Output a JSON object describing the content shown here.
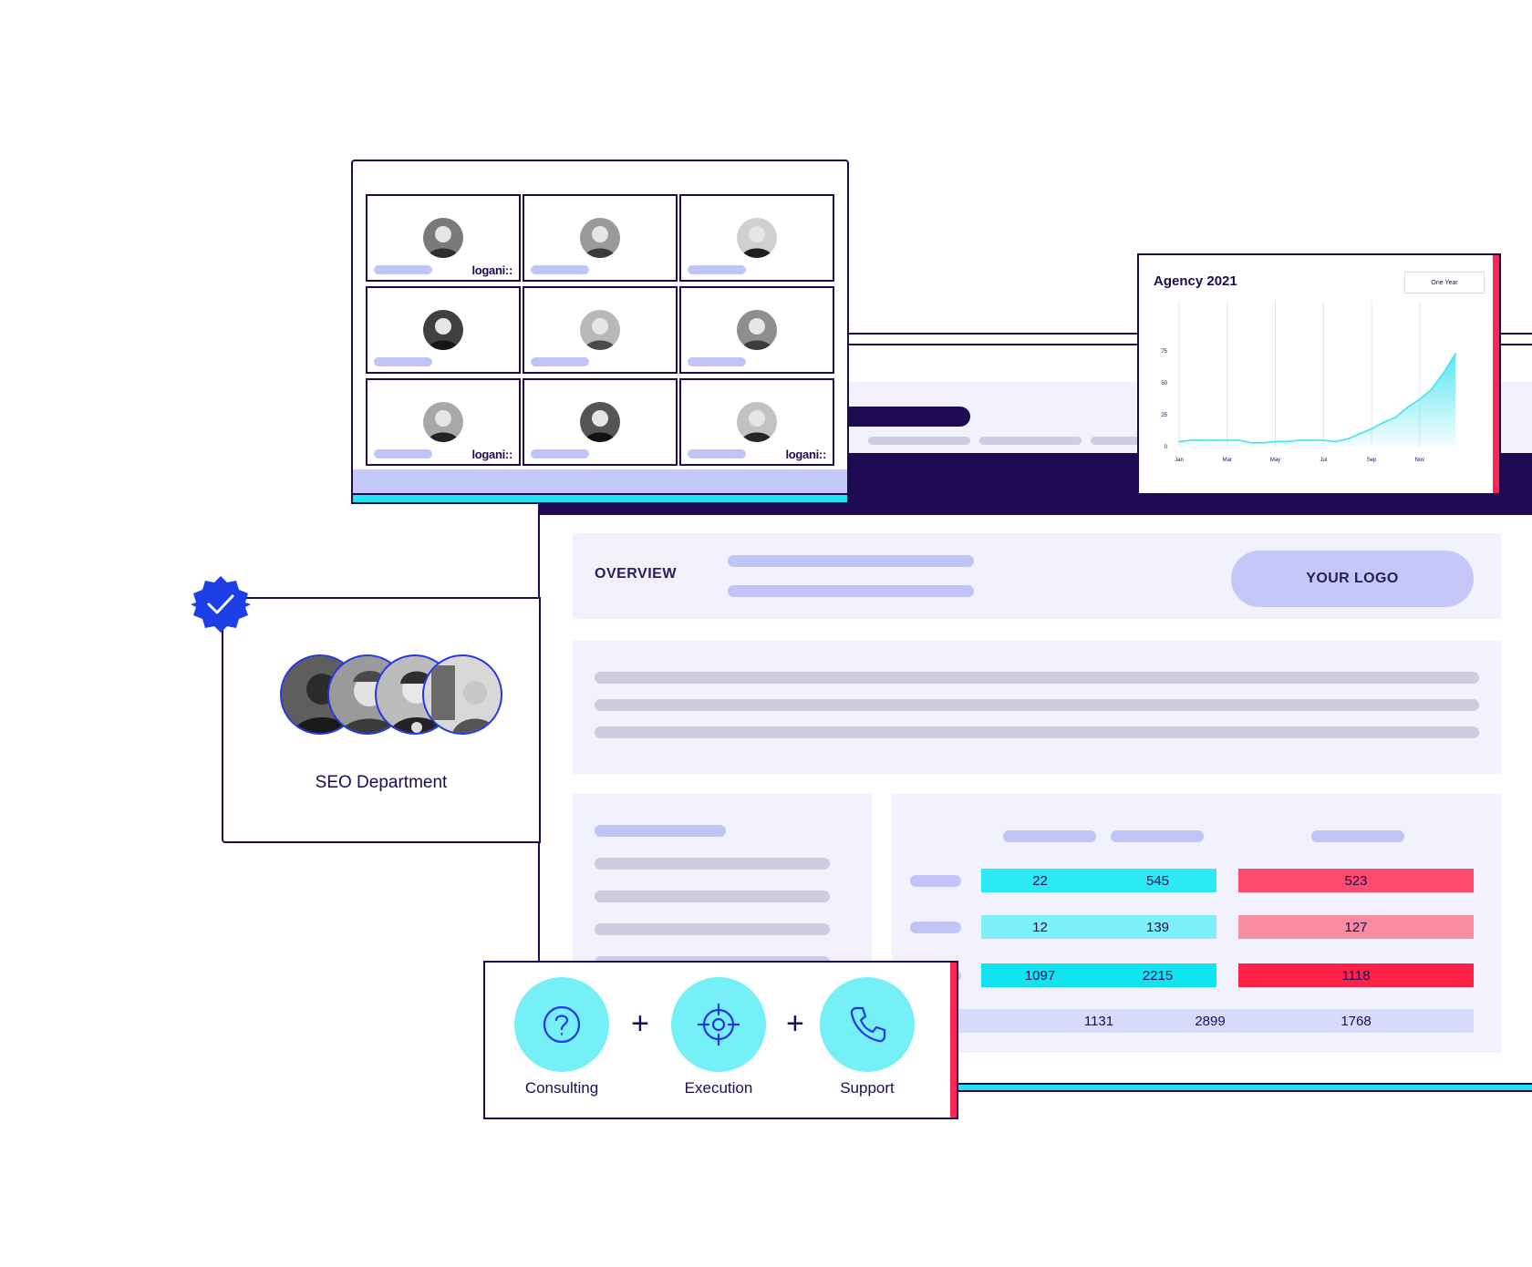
{
  "video_grid": {
    "brand": "logani::",
    "tiles": [
      {
        "brand_visible": true
      },
      {
        "brand_visible": false
      },
      {
        "brand_visible": false
      },
      {
        "brand_visible": false
      },
      {
        "brand_visible": false
      },
      {
        "brand_visible": false
      },
      {
        "brand_visible": true
      },
      {
        "brand_visible": false
      },
      {
        "brand_visible": true
      }
    ]
  },
  "chart_card": {
    "title": "Agency 2021",
    "range_button": "One Year"
  },
  "chart_data": {
    "type": "area",
    "title": "Agency 2021",
    "xlabel": "",
    "ylabel": "",
    "x_ticks": [
      "Jan",
      "Mar",
      "May",
      "Jul",
      "Sep",
      "Nov"
    ],
    "y_ticks": [
      0,
      25,
      50,
      75
    ],
    "ylim": [
      0,
      100
    ],
    "grid": "vertical",
    "color": "#3ee3ef",
    "x": [
      0,
      0.5,
      1,
      1.5,
      2,
      2.5,
      3,
      3.5,
      4,
      4.5,
      5,
      5.5,
      6,
      6.5,
      7,
      7.5,
      8,
      8.5,
      9,
      9.5,
      10,
      10.5,
      11,
      11.5
    ],
    "values": [
      4,
      5,
      5,
      5,
      5,
      5,
      3,
      3,
      4,
      4,
      5,
      5,
      5,
      4,
      6,
      10,
      14,
      19,
      23,
      31,
      37,
      45,
      58,
      73
    ]
  },
  "overview": {
    "label": "OVERVIEW",
    "logo_label": "YOUR LOGO"
  },
  "stats_table": {
    "rows": [
      {
        "a": "22",
        "b": "545",
        "c": "523",
        "color_ab": "#2ceaf4",
        "color_c": "#ff4b6d"
      },
      {
        "a": "12",
        "b": "139",
        "c": "127",
        "color_ab": "#7ff0f7",
        "color_c": "#f98ba2"
      },
      {
        "a": "1097",
        "b": "2215",
        "c": "1118",
        "color_ab": "#10e4f0",
        "color_c": "#ff2148"
      },
      {
        "a": "1131",
        "b": "2899",
        "c": "1768",
        "color_ab": "#d6dafb",
        "color_c": "#d6dafb"
      }
    ]
  },
  "seo_card": {
    "label": "SEO Department"
  },
  "services": {
    "items": [
      {
        "label": "Consulting",
        "icon": "question-icon"
      },
      {
        "label": "Execution",
        "icon": "target-icon"
      },
      {
        "label": "Support",
        "icon": "phone-icon"
      }
    ],
    "separator": "+"
  },
  "colors": {
    "navy": "#1e0a52",
    "cyan": "#23e3f2",
    "pink": "#ff2456",
    "lavender": "#c3c8f8",
    "blue_badge": "#1d3fe8"
  }
}
